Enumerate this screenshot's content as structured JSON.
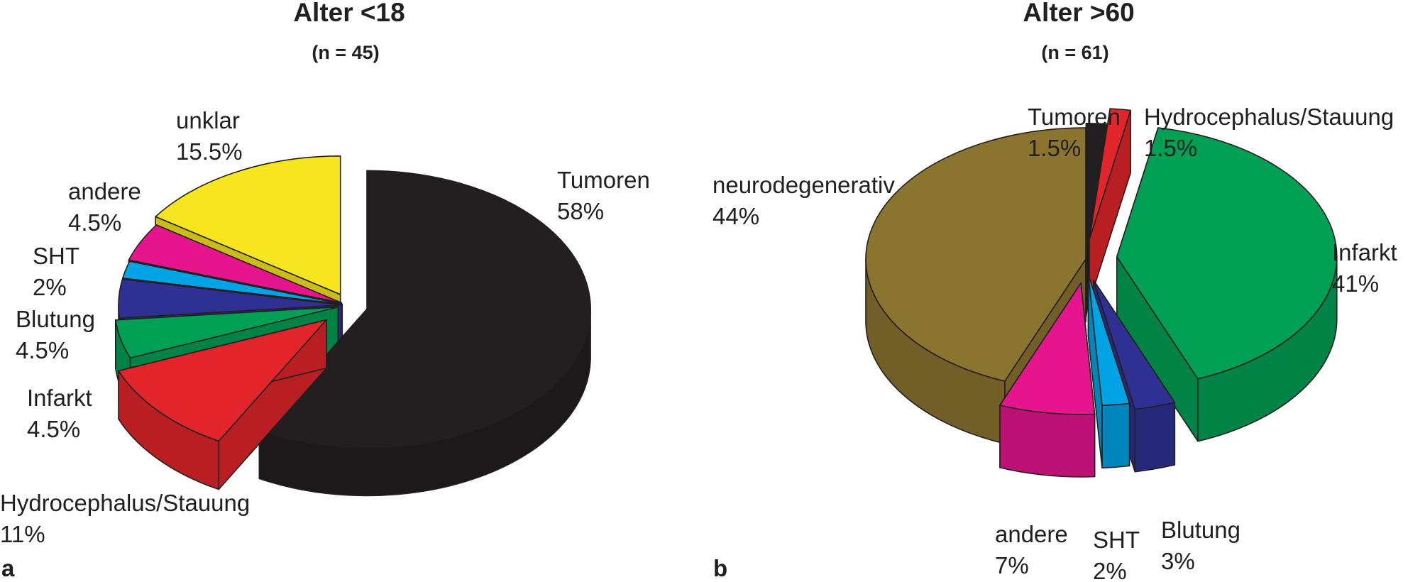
{
  "chart_data": [
    {
      "type": "pie",
      "style": "3d-exploded",
      "panel": "a",
      "title": "Alter <18",
      "subtitle": "(n = 45)",
      "slices": [
        {
          "name": "Tumoren",
          "label": "58%",
          "value": 58,
          "color": "#231f20"
        },
        {
          "name": "Hydrocephalus/Stauung",
          "label": "11%",
          "value": 11,
          "color": "#e1252b"
        },
        {
          "name": "Infarkt",
          "label": "4.5%",
          "value": 4.5,
          "color": "#00a054"
        },
        {
          "name": "Blutung",
          "label": "4.5%",
          "value": 4.5,
          "color": "#2e3192"
        },
        {
          "name": "SHT",
          "label": "2%",
          "value": 2,
          "color": "#00a4e4"
        },
        {
          "name": "andere",
          "label": "4.5%",
          "value": 4.5,
          "color": "#e5158d"
        },
        {
          "name": "unklar",
          "label": "15.5%",
          "value": 15.5,
          "color": "#f6e51f"
        }
      ]
    },
    {
      "type": "pie",
      "style": "3d-exploded",
      "panel": "b",
      "title": "Alter >60",
      "subtitle": "(n = 61)",
      "slices": [
        {
          "name": "Tumoren",
          "label": "1.5%",
          "value": 1.5,
          "color": "#231f20"
        },
        {
          "name": "Hydrocephalus/Stauung",
          "label": "1.5%",
          "value": 1.5,
          "color": "#e1252b"
        },
        {
          "name": "Infarkt",
          "label": "41%",
          "value": 41,
          "color": "#00a054"
        },
        {
          "name": "Blutung",
          "label": "3%",
          "value": 3,
          "color": "#2e3192"
        },
        {
          "name": "SHT",
          "label": "2%",
          "value": 2,
          "color": "#00a4e4"
        },
        {
          "name": "andere",
          "label": "7%",
          "value": 7,
          "color": "#e5158d"
        },
        {
          "name": "neurodegenerativ",
          "label": "44%",
          "value": 44,
          "color": "#8a742f"
        }
      ]
    }
  ]
}
